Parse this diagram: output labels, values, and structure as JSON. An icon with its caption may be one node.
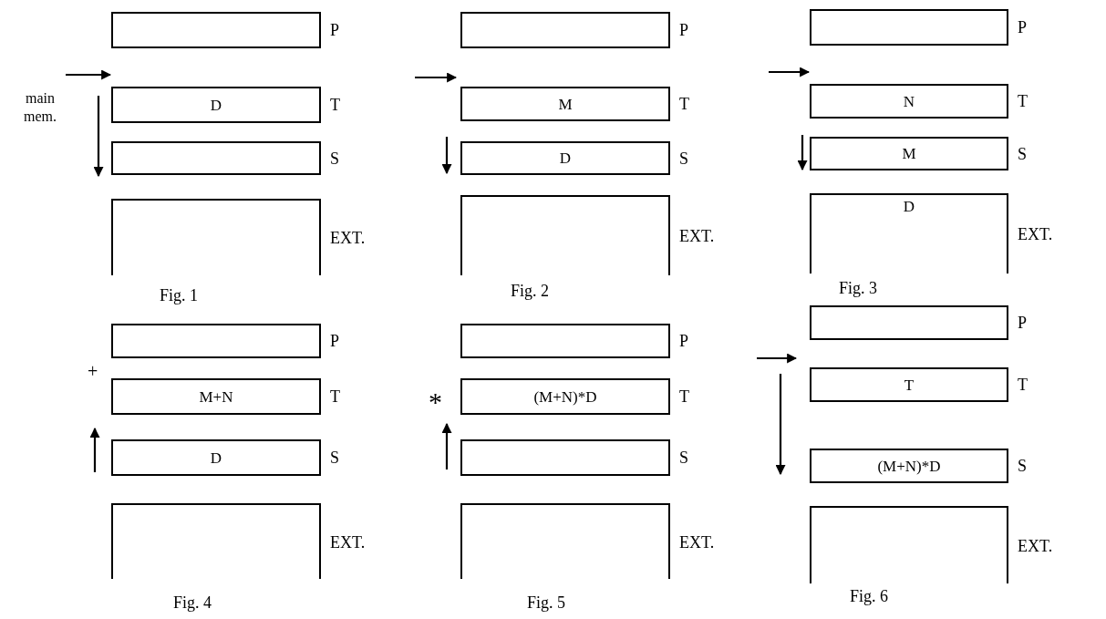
{
  "diagram": {
    "nodes": [
      {
        "text": [],
        "shape": "box",
        "beside": [
          "P"
        ]
      },
      {
        "text": [
          "D"
        ],
        "beside": [
          "T"
        ]
      },
      {
        "text": [],
        "shape": "box",
        "beside": [
          "S"
        ]
      },
      {
        "text": [],
        "shape": "box",
        "beside": [
          "EXT."
        ]
      },
      {
        "text": [],
        "shape": "box",
        "beside": [
          "P"
        ]
      },
      {
        "text": [
          "M"
        ],
        "beside": [
          "T"
        ]
      },
      {
        "text": [
          "D"
        ],
        "beside": [
          "S"
        ]
      },
      {
        "text": [],
        "shape": "box",
        "beside": [
          "EXT."
        ]
      },
      {
        "text": [],
        "shape": "box",
        "beside": [
          "P"
        ]
      },
      {
        "text": [
          "N"
        ],
        "beside": [
          "T"
        ]
      },
      {
        "text": [
          "M"
        ],
        "beside": [
          "S"
        ]
      },
      {
        "text": [
          "D"
        ],
        "beside": [
          "EXT."
        ]
      },
      {
        "text": [],
        "shape": "box",
        "beside": [
          "P"
        ]
      },
      {
        "text": [
          "M+N"
        ],
        "beside": [
          "T"
        ]
      },
      {
        "text": [
          "D"
        ],
        "beside": [
          "S"
        ]
      },
      {
        "text": [],
        "shape": "box",
        "beside": [
          "EXT."
        ]
      },
      {
        "text": [],
        "shape": "box",
        "beside": [
          "P"
        ]
      },
      {
        "text": [
          "(M+N)*D"
        ],
        "beside": [
          "T"
        ]
      },
      {
        "text": [],
        "shape": "box",
        "beside": [
          "S"
        ]
      },
      {
        "text": [],
        "shape": "box",
        "beside": [
          "EXT."
        ]
      },
      {
        "text": [],
        "shape": "box",
        "beside": [
          "P"
        ]
      },
      {
        "text": [
          "T"
        ],
        "beside": [
          "T"
        ]
      },
      {
        "text": [
          "(M+N)*D"
        ],
        "beside": [
          "S"
        ]
      },
      {
        "text": [],
        "shape": "box",
        "beside": [
          "EXT."
        ]
      }
    ],
    "labels": [
      "main mem.",
      "Fig. 1",
      "Fig. 2",
      "Fig. 3",
      "+",
      "*",
      "Fig. 4",
      "Fig. 5",
      "Fig. 6"
    ]
  }
}
